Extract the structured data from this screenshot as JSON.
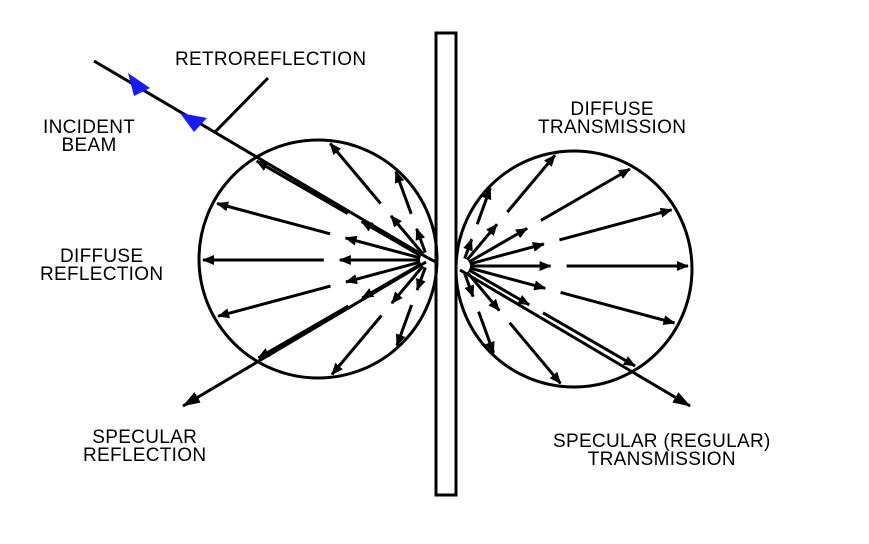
{
  "labels": {
    "retroreflection": "RETROREFLECTION",
    "incident_beam": [
      "INCIDENT",
      "BEAM"
    ],
    "diffuse_reflection": [
      "DIFFUSE",
      "REFLECTION"
    ],
    "specular_reflection": [
      "SPECULAR",
      "REFLECTION"
    ],
    "diffuse_transmission": [
      "DIFFUSE",
      "TRANSMISSION"
    ],
    "specular_transmission": [
      "SPECULAR (REGULAR)",
      "TRANSMISSION"
    ]
  },
  "colors": {
    "line": "#000000",
    "incident_arrowheads": "#1a1aff",
    "background": "#ffffff"
  }
}
